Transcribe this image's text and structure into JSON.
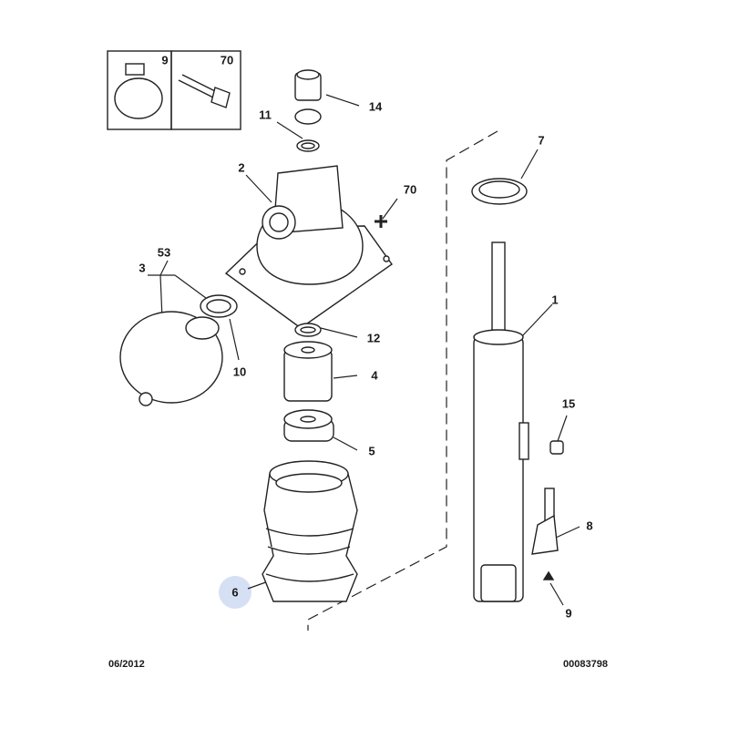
{
  "diagram": {
    "inset_labels": [
      "9",
      "70"
    ],
    "callouts": {
      "p14": "14",
      "p11": "11",
      "p2": "2",
      "p70": "70",
      "p7": "7",
      "p53": "53",
      "p3": "3",
      "p10": "10",
      "p12": "12",
      "p1": "1",
      "p4": "4",
      "p15": "15",
      "p5": "5",
      "p8": "8",
      "p6": "6",
      "p9": "9"
    },
    "highlighted_part": "6",
    "highlight_color": "#d6e0f5"
  },
  "footer": {
    "date": "06/2012",
    "reference": "00083798"
  }
}
